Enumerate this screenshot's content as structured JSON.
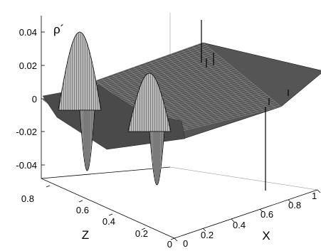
{
  "chart_data": {
    "type": "surface",
    "title": "",
    "zlabel": "ρ´",
    "xlabel": "X",
    "ylabel": "Z",
    "zlim": [
      -0.05,
      0.05
    ],
    "z_ticks": [
      "0.04",
      "0.02",
      "0",
      "-0.02",
      "-0.04"
    ],
    "x_ticks": [
      "0",
      "0.2",
      "0.4",
      "0.6",
      "0.8",
      "1"
    ],
    "y_ticks": [
      "0.8",
      "0.6",
      "0.4",
      "0.2",
      "0"
    ],
    "xlim": [
      0,
      1
    ],
    "ylim": [
      0,
      0.9
    ],
    "grid": false,
    "features": [
      {
        "name": "wave-peak-1",
        "z": 0.25,
        "x_center": 0.06,
        "amplitude": 0.039
      },
      {
        "name": "wave-trough-1",
        "z": 0.25,
        "x_center": 0.12,
        "amplitude": -0.044
      },
      {
        "name": "wave-peak-2",
        "z": 0.58,
        "x_center": 0.06,
        "amplitude": 0.029
      },
      {
        "name": "wave-trough-2",
        "z": 0.58,
        "x_center": 0.12,
        "amplitude": -0.046
      },
      {
        "name": "spike-up",
        "x": 0.75,
        "z": 0.55,
        "value": 0.05
      },
      {
        "name": "spike-down",
        "x": 0.65,
        "z": 0.3,
        "value": -0.055
      }
    ]
  }
}
